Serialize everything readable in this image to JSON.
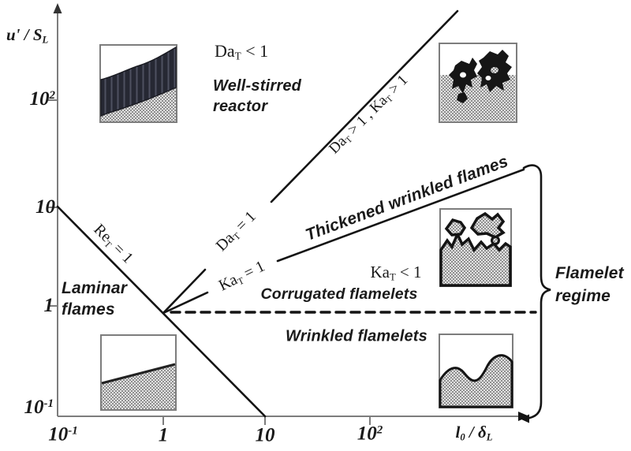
{
  "figure": {
    "description": "Turbulent premixed combustion regime diagram (Borghi diagram), log-log axes",
    "x_scale": "log",
    "y_scale": "log"
  },
  "axes": {
    "y_label": {
      "base": "u' / S",
      "sub": "L"
    },
    "x_label": {
      "base": "l",
      "sub0": "0",
      "mid": " / δ",
      "subL": "L"
    },
    "y_ticks": [
      {
        "base": "10",
        "sup": "2"
      },
      {
        "base": "10",
        "sup": ""
      },
      {
        "base": "1",
        "sup": ""
      },
      {
        "base": "10",
        "sup": "-1"
      }
    ],
    "x_ticks": [
      {
        "base": "10",
        "sup": "-1"
      },
      {
        "base": "1",
        "sup": ""
      },
      {
        "base": "10",
        "sup": ""
      },
      {
        "base": "10",
        "sup": "2"
      }
    ]
  },
  "boundaries": {
    "re_eq": {
      "base": "Re",
      "sub": "T",
      "rest": " = 1"
    },
    "da_eq": {
      "base": "Da",
      "sub": "T",
      "rest": " = 1"
    },
    "da_ka_gt": {
      "base1": "Da",
      "sub1": "T",
      "mid": " > 1 , ",
      "base2": "Ka",
      "sub2": "T",
      "end": " > 1"
    },
    "ka_eq": {
      "base": "Ka",
      "sub": "T",
      "rest": " = 1"
    }
  },
  "regions": {
    "da_lt": {
      "base": "Da",
      "sub": "T",
      "rest": " < 1"
    },
    "well_stirred": {
      "line1": "Well-stirred",
      "line2": "reactor"
    },
    "laminar": {
      "line1": "Laminar",
      "line2": "flames"
    },
    "thickened": "Thickened wrinkled flames",
    "ka_lt": {
      "base": "Ka",
      "sub": "T",
      "rest": " < 1"
    },
    "corrugated": "Corrugated flamelets",
    "wrinkled": "Wrinkled flamelets",
    "flamelet_regime": {
      "line1": "Flamelet",
      "line2": "regime"
    }
  },
  "colors": {
    "line": "#141414",
    "axis": "#7d7d7d",
    "text": "#1a1a1a",
    "checker_dark": "#8f8f8f",
    "checker_light": "#e3e3e3",
    "band_dark": "#262833"
  }
}
